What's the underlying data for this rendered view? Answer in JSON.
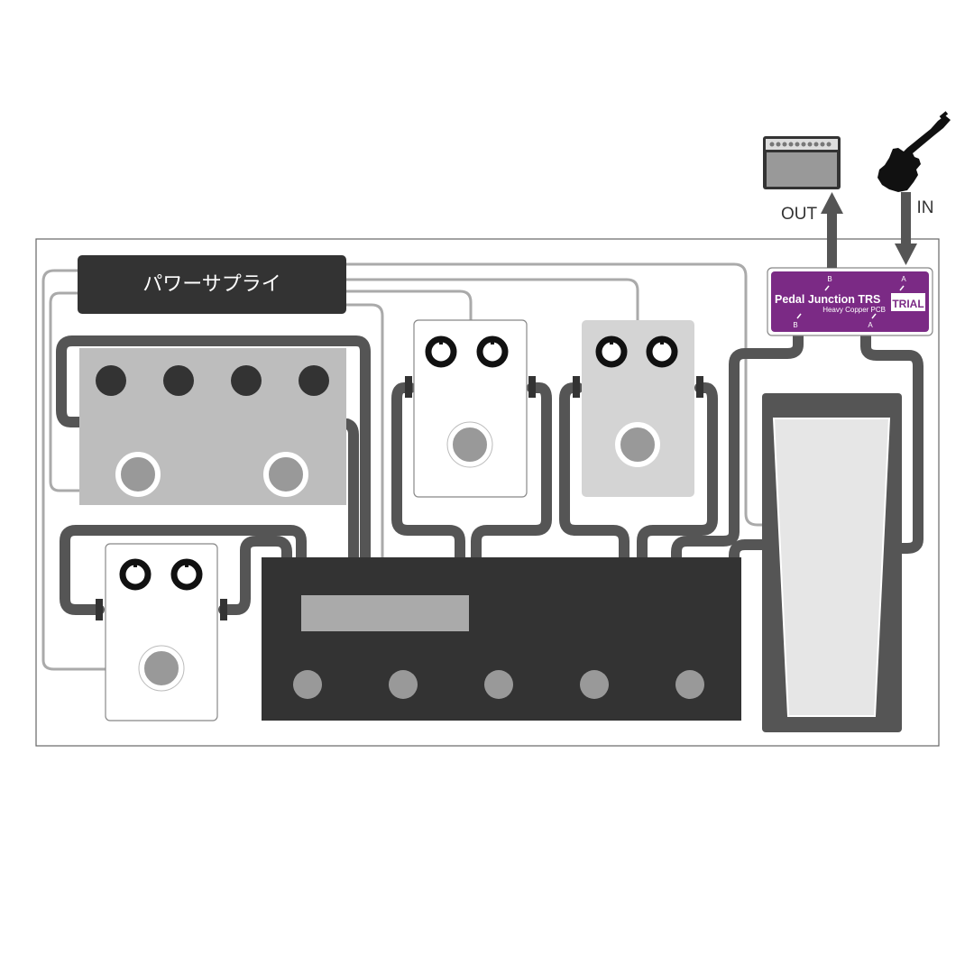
{
  "power_supply": {
    "label": "パワーサプライ"
  },
  "output": {
    "label": "OUT",
    "device": "amp-icon"
  },
  "input": {
    "label": "IN",
    "device": "guitar-icon"
  },
  "junction_box": {
    "brand": "Pedal Junction",
    "model": "TRS",
    "subtitle": "Heavy Copper PCB",
    "logo": "TRIAL",
    "top_ports": [
      "B",
      "A"
    ],
    "bottom_ports": [
      "B",
      "A"
    ]
  },
  "colors": {
    "cable": "#555555",
    "power_cable": "#aaaaaa",
    "junction_purple": "#7b2a85",
    "dark_unit": "#333333",
    "light_pedal": "#bdbdbd"
  }
}
